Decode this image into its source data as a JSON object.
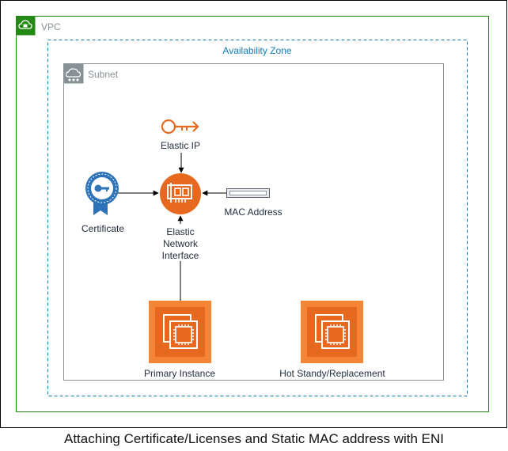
{
  "groups": {
    "vpc": "VPC",
    "availability_zone": "Availability Zone",
    "subnet": "Subnet"
  },
  "nodes": {
    "elastic_ip": "Elastic IP",
    "certificate": "Certificate",
    "eni": "Elastic\nNetwork\nInterface",
    "mac_address": "MAC Address",
    "primary_instance": "Primary Instance",
    "hot_standby": "Hot Standy/Replacement"
  },
  "caption": "Attaching Certificate/Licenses and Static MAC address with ENI",
  "colors": {
    "vpc_border": "#248814",
    "az_border": "#147eba",
    "subnet_border": "#879196",
    "ec2_orange": "#f58534",
    "eni_orange": "#e7691f",
    "cert_blue": "#2e73b8",
    "text": "#232f3e"
  },
  "icons": {
    "vpc": "cloud-lock-icon",
    "subnet": "cloud-network-icon",
    "elastic_ip": "key-arrow-icon",
    "certificate": "certificate-ribbon-icon",
    "eni": "network-card-icon",
    "mac_address": "hardware-slot-icon",
    "instance": "ec2-chip-icon"
  }
}
